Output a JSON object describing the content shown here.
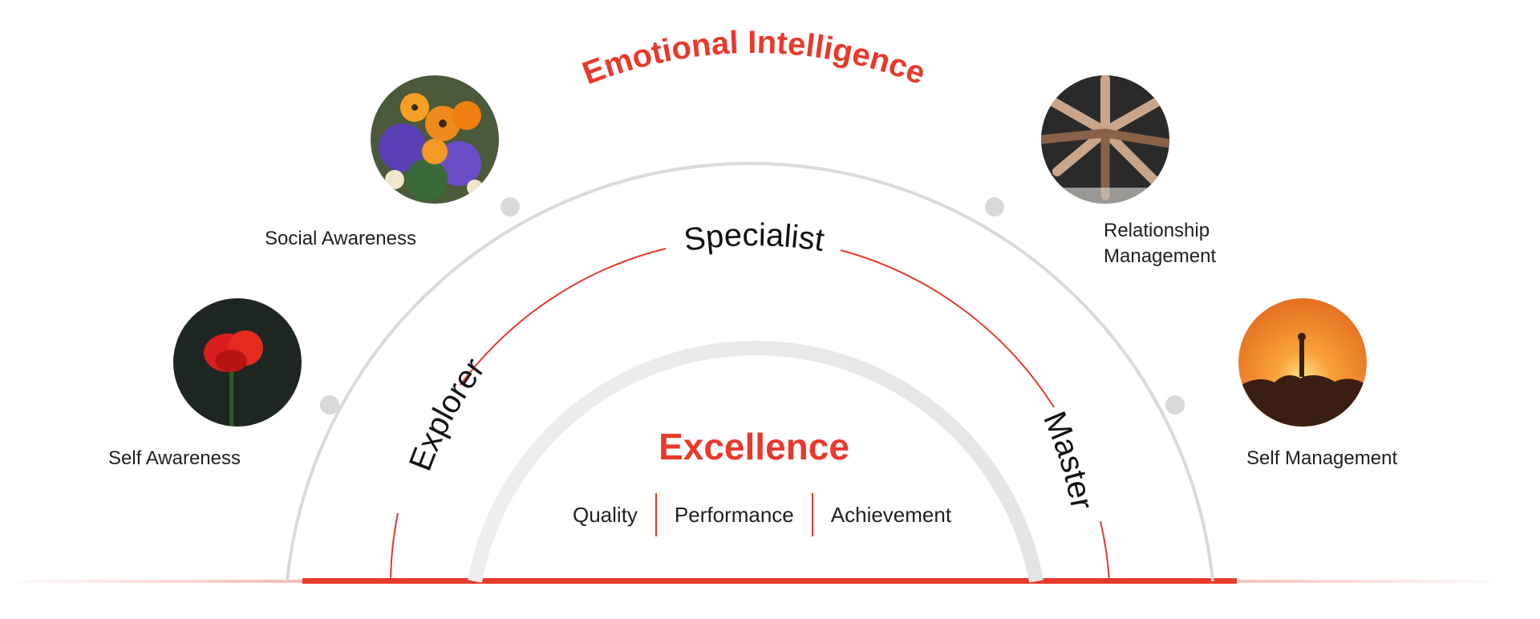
{
  "title": "Emotional Intelligence",
  "levels": {
    "explorer": "Explorer",
    "specialist": "Specialist",
    "master": "Master"
  },
  "center": {
    "title": "Excellence",
    "pillars": [
      "Quality",
      "Performance",
      "Achievement"
    ]
  },
  "competencies": {
    "self_awareness": "Self Awareness",
    "social_awareness": "Social Awareness",
    "relationship_management": [
      "Relationship",
      "Management"
    ],
    "self_management": "Self Management"
  },
  "photos": {
    "self_awareness": "red-poppy-photo",
    "social_awareness": "wildflower-bouquet-photo",
    "relationship_management": "stacked-hands-photo",
    "self_management": "sunset-summit-photo"
  },
  "colors": {
    "accent": "#e8392b",
    "outer_arc": "#d9d9d9",
    "inner_arc": "#ebebeb",
    "text": "#1f1f1f"
  }
}
